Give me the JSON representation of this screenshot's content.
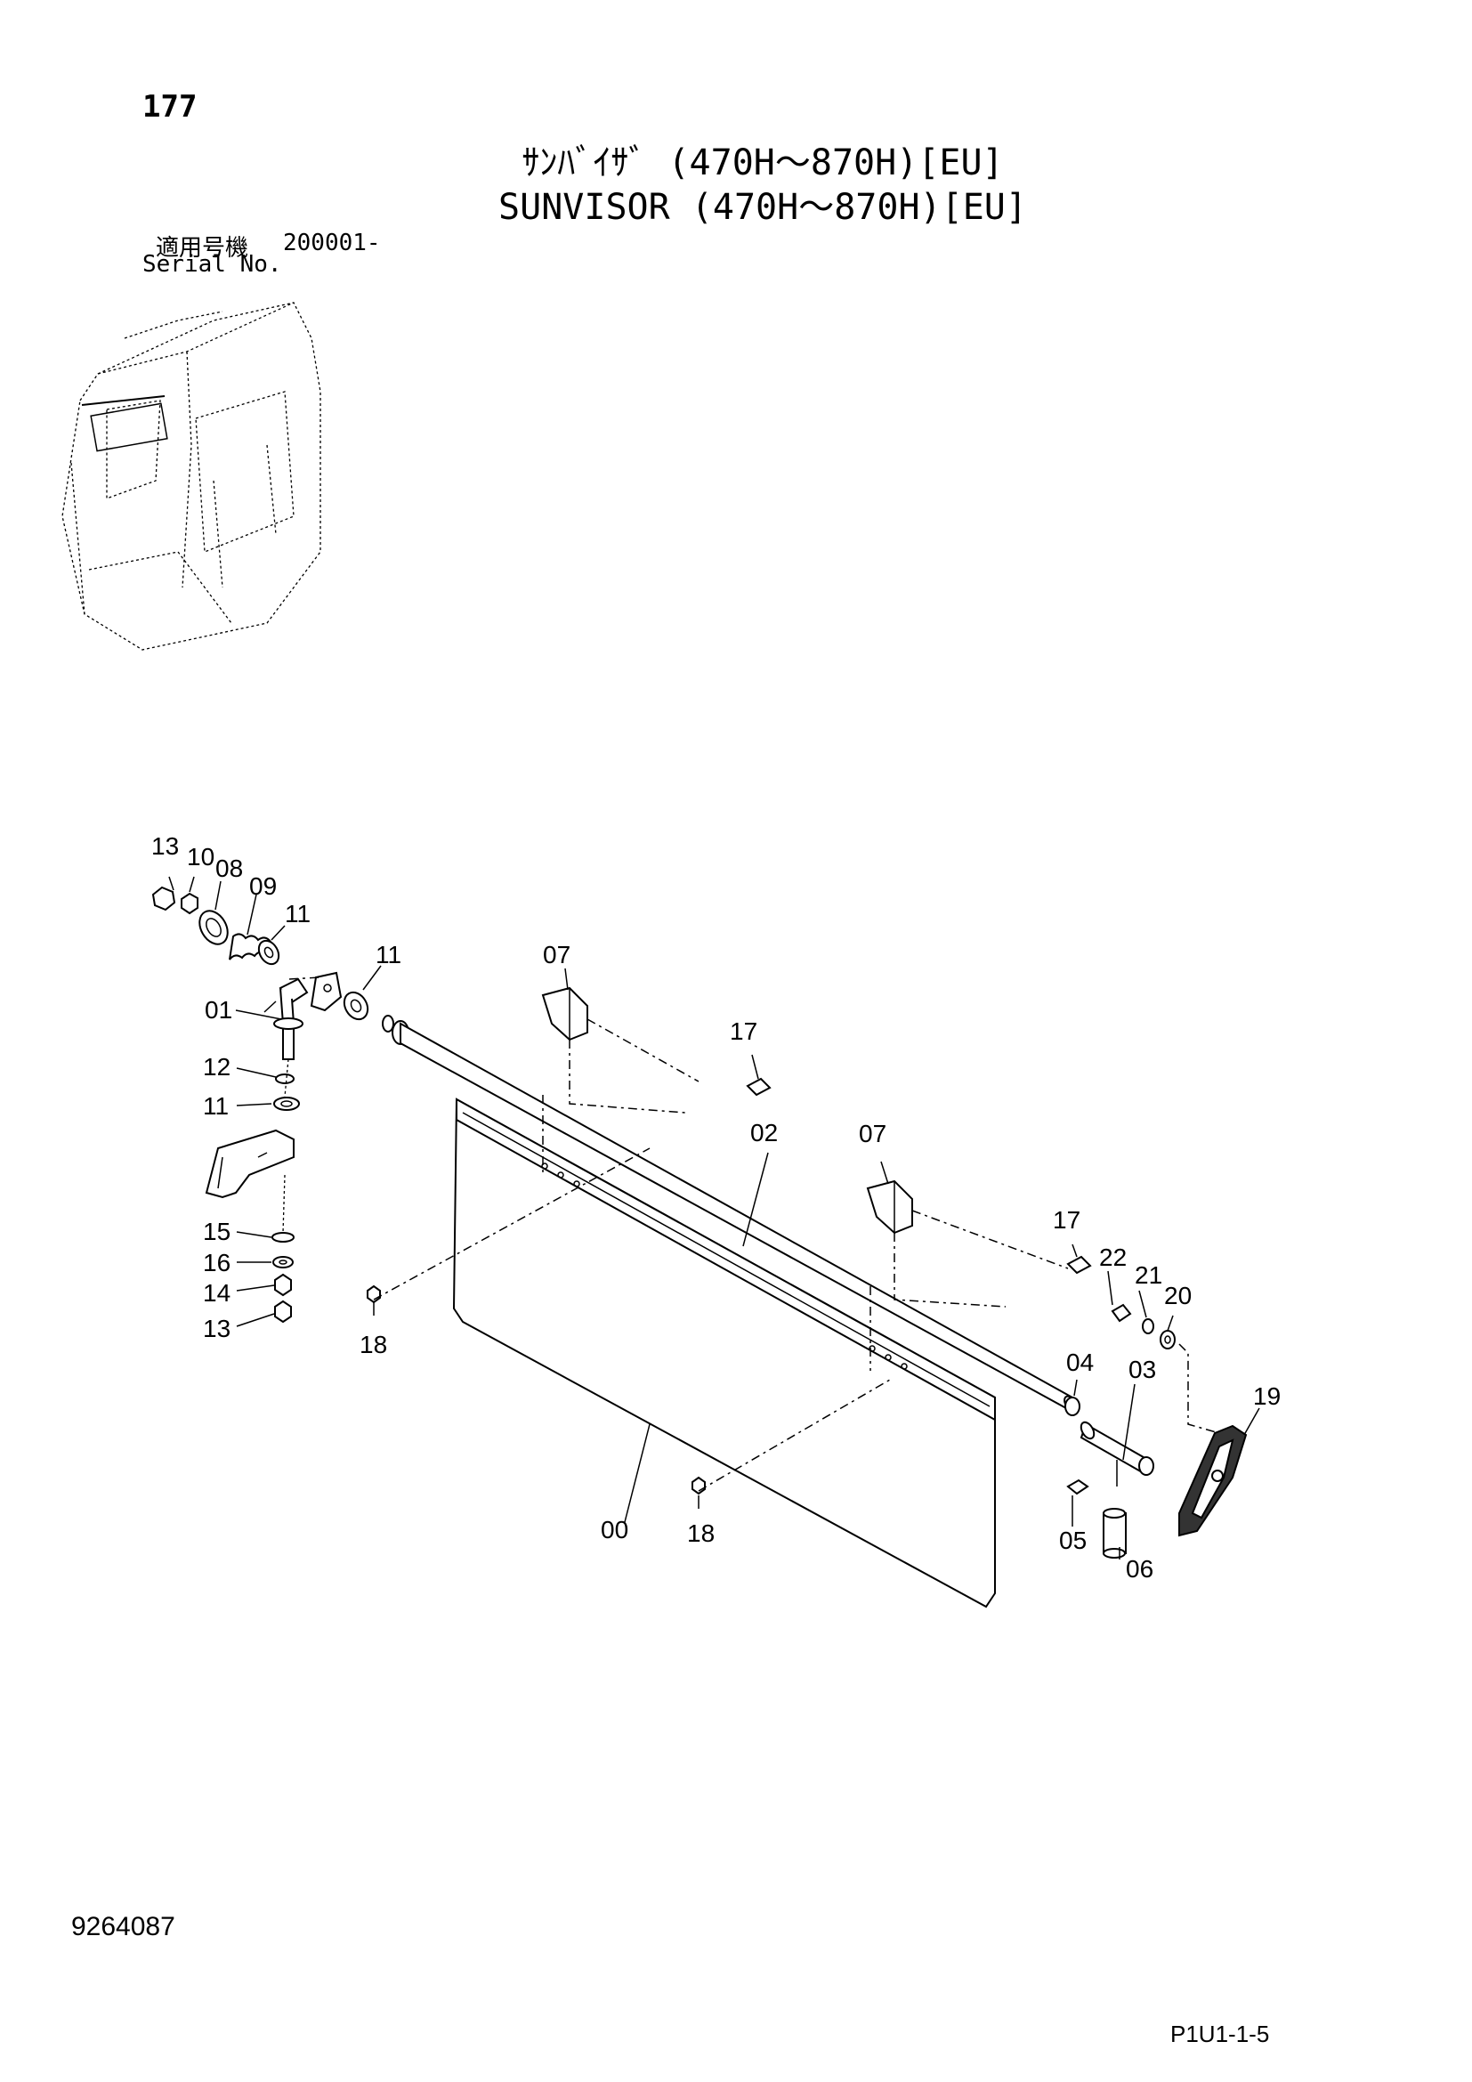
{
  "header": {
    "page_number": "177",
    "title_jp": "ｻﾝﾊﾞｲｻﾞ (470H～870H)[EU]",
    "title_en": "SUNVISOR (470H～870H)[EU]",
    "serial_jp_label": "適用号機",
    "serial_value": "200001-",
    "serial_en_label": "Serial No."
  },
  "footer": {
    "drawing_number": "9264087",
    "page_code": "P1U1-1-5"
  },
  "callouts": {
    "c13a": "13",
    "c10": "10",
    "c08": "08",
    "c09": "09",
    "c11a": "11",
    "c11b": "11",
    "c01": "01",
    "c12": "12",
    "c11c": "11",
    "c15": "15",
    "c16": "16",
    "c14": "14",
    "c13b": "13",
    "c18a": "18",
    "c07a": "07",
    "c17a": "17",
    "c02": "02",
    "c07b": "07",
    "c17b": "17",
    "c22": "22",
    "c21": "21",
    "c20": "20",
    "c04": "04",
    "c03": "03",
    "c19": "19",
    "c05": "05",
    "c06": "06",
    "c00": "00",
    "c18b": "18"
  }
}
